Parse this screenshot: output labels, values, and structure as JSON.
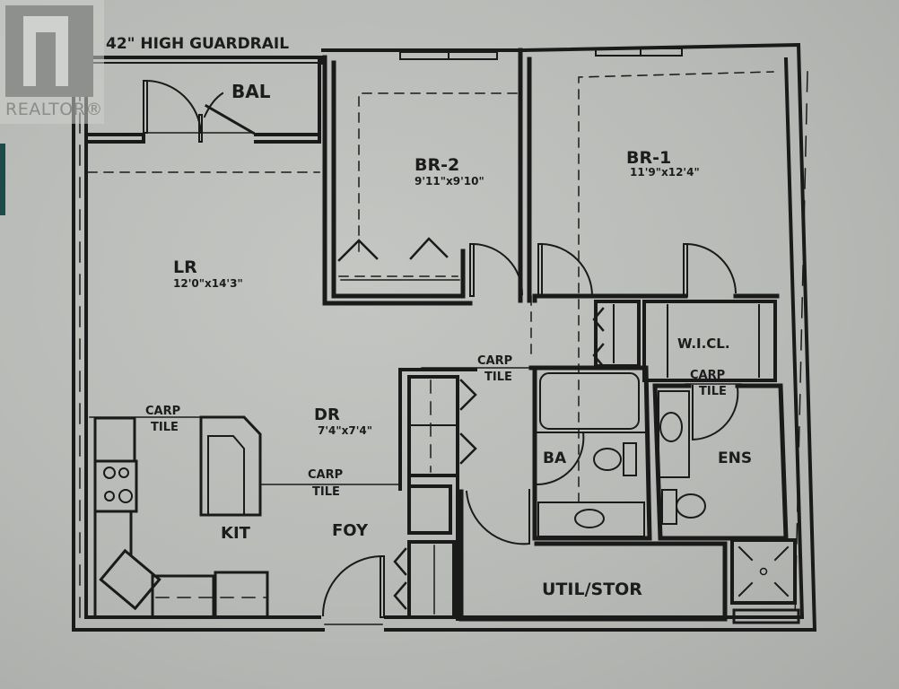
{
  "watermark": {
    "brand": "REALTOR®"
  },
  "plan": {
    "guardrail_note": "42\" HIGH GUARDRAIL",
    "rooms": {
      "balcony": {
        "name": "BAL"
      },
      "br2": {
        "name": "BR-2",
        "size": "9'11\"x9'10\""
      },
      "br1": {
        "name": "BR-1",
        "size": "11'9\"x12'4\""
      },
      "living": {
        "name": "LR",
        "size": "12'0\"x14'3\""
      },
      "dining": {
        "name": "DR",
        "size": "7'4\"x7'4\""
      },
      "kitchen": {
        "name": "KIT"
      },
      "foyer": {
        "name": "FOY"
      },
      "bath": {
        "name": "BA"
      },
      "ensuite": {
        "name": "ENS"
      },
      "walkin_closet": {
        "name": "W.I.CL."
      },
      "utility": {
        "name": "UTIL/STOR"
      }
    },
    "floor_transitions": [
      {
        "line1": "CARP",
        "line2": "TILE"
      },
      {
        "line1": "CARP",
        "line2": "TILE"
      },
      {
        "line1": "CARP",
        "line2": "TILE"
      },
      {
        "line1": "CARP",
        "line2": "TILE"
      }
    ],
    "colors": {
      "wall": "#1a1a1a",
      "paper": "#bcbebb"
    }
  }
}
